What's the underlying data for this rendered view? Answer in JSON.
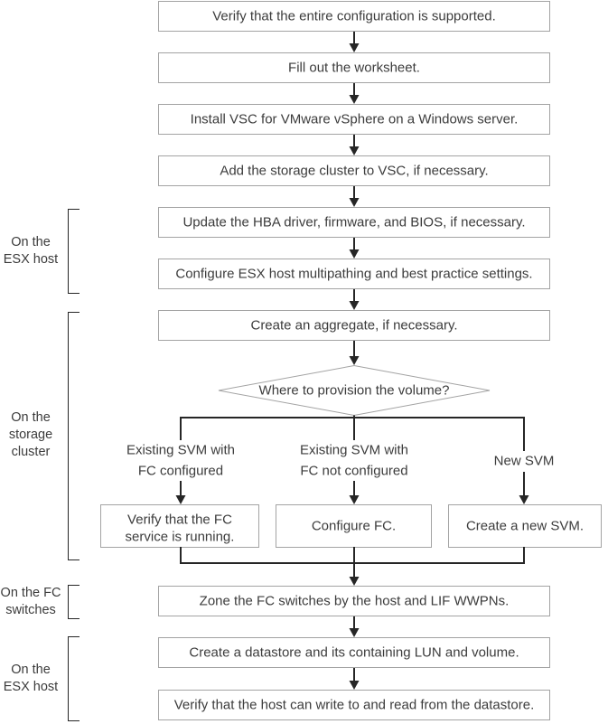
{
  "steps": [
    "Verify that the entire configuration is supported.",
    "Fill out the worksheet.",
    "Install VSC for VMware vSphere on a Windows server.",
    "Add the storage cluster to VSC, if necessary.",
    "Update the HBA driver, firmware, and BIOS, if necessary.",
    "Configure ESX host multipathing and best practice settings.",
    "Create an aggregate, if necessary."
  ],
  "decision": "Where to provision the volume?",
  "branches": [
    {
      "label": [
        "Existing SVM with",
        "FC configured"
      ],
      "action": [
        "Verify that the FC",
        "service is running."
      ]
    },
    {
      "label": [
        "Existing SVM with",
        "FC not configured"
      ],
      "action": [
        "Configure FC."
      ]
    },
    {
      "label": [
        "New SVM"
      ],
      "action": [
        "Create a new SVM."
      ]
    }
  ],
  "final_steps": [
    "Zone the FC switches by the host and LIF WWPNs.",
    "Create a datastore and its containing LUN and volume.",
    "Verify that the host can write to and read from the datastore."
  ],
  "side_labels": [
    [
      "On the",
      "ESX host"
    ],
    [
      "On the",
      "storage",
      "cluster"
    ],
    [
      "On the FC",
      "switches"
    ],
    [
      "On the",
      "ESX host"
    ]
  ],
  "colors": {
    "text": "#3c3c3c",
    "box_border": "#a3a3a3",
    "connector": "#262626"
  }
}
